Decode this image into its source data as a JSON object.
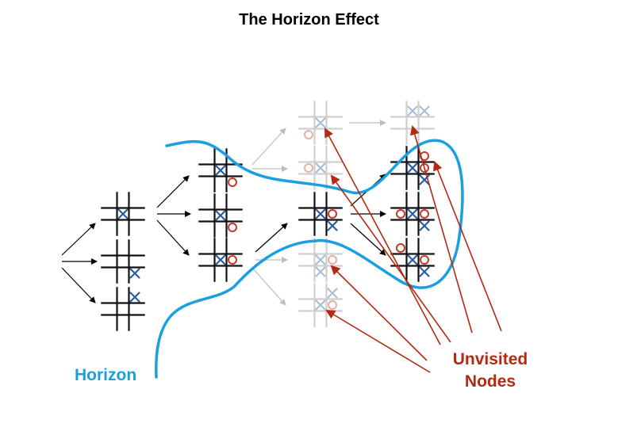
{
  "title": "The Horizon Effect",
  "labels": {
    "horizon": "Horizon",
    "unvisited_line1": "Unvisited",
    "unvisited_line2": "Nodes"
  },
  "colors": {
    "horizon": "#1a9fe0",
    "unvisited": "#b22a10",
    "x_mark": "#2a5c9e",
    "o_mark": "#c0392b",
    "edge_visited": "#000000",
    "edge_unvisited": "#bdbdbd"
  },
  "boards": [
    {
      "id": "b1",
      "cells": [
        "",
        "",
        "",
        "",
        "X",
        "",
        "",
        "",
        ""
      ],
      "visited": true
    },
    {
      "id": "b2",
      "cells": [
        "",
        "",
        "",
        "",
        "",
        "",
        "",
        "",
        "X"
      ],
      "visited": true
    },
    {
      "id": "b3",
      "cells": [
        "",
        "",
        "X",
        "",
        "",
        "",
        "",
        "",
        ""
      ],
      "visited": true
    },
    {
      "id": "b4",
      "cells": [
        "",
        "",
        "",
        "",
        "X",
        "",
        "",
        "",
        "O"
      ],
      "visited": true
    },
    {
      "id": "b5",
      "cells": [
        "",
        "",
        "",
        "",
        "X",
        "",
        "",
        "",
        "O"
      ],
      "visited": true
    },
    {
      "id": "b6",
      "cells": [
        "",
        "",
        "",
        "",
        "X",
        "O",
        "",
        "",
        ""
      ],
      "visited": true
    },
    {
      "id": "b7",
      "cells": [
        "",
        "",
        "",
        "",
        "X",
        "",
        "O",
        "",
        ""
      ],
      "visited": false
    },
    {
      "id": "b8",
      "cells": [
        "",
        "",
        "",
        "O",
        "X",
        "",
        "",
        "",
        ""
      ],
      "visited": false
    },
    {
      "id": "b9",
      "cells": [
        "",
        "",
        "",
        "",
        "X",
        "O",
        "",
        "",
        "X"
      ],
      "visited": true
    },
    {
      "id": "b10",
      "cells": [
        "",
        "",
        "",
        "",
        "X",
        "O",
        "",
        "X",
        ""
      ],
      "visited": false
    },
    {
      "id": "b11",
      "cells": [
        "",
        "",
        "X",
        "",
        "X",
        "O",
        "",
        "",
        ""
      ],
      "visited": false
    },
    {
      "id": "b12",
      "cells": [
        "",
        "X",
        "X",
        "",
        "",
        "",
        "",
        "",
        ""
      ],
      "visited": false
    },
    {
      "id": "b13",
      "cells": [
        "",
        "",
        "O",
        "",
        "X",
        "O",
        "",
        "",
        "X"
      ],
      "visited": true
    },
    {
      "id": "b14",
      "cells": [
        "",
        "",
        "",
        "O",
        "X",
        "O",
        "",
        "",
        "X"
      ],
      "visited": true
    },
    {
      "id": "b15",
      "cells": [
        "O",
        "",
        "",
        "",
        "X",
        "O",
        "",
        "",
        "X"
      ],
      "visited": true
    }
  ]
}
